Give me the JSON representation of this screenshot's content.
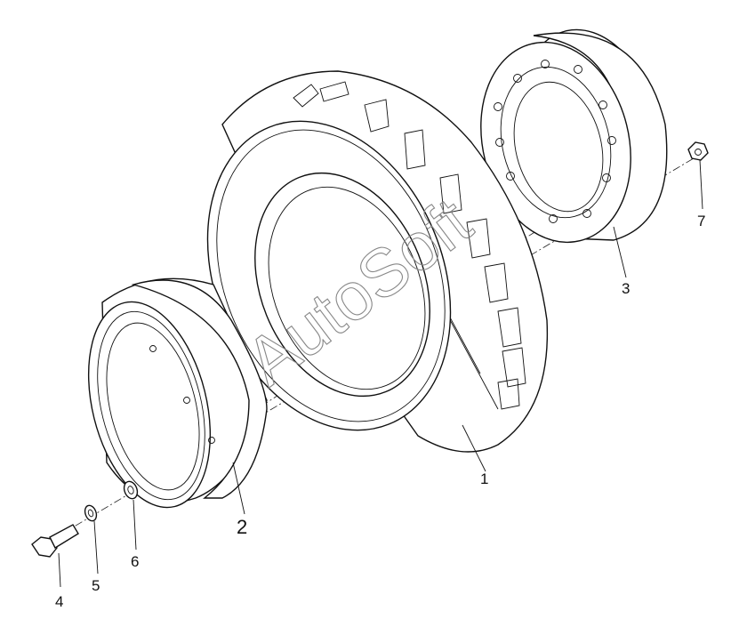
{
  "callouts": {
    "p1": "1",
    "p2": "2",
    "p3": "3",
    "p4": "4",
    "p5": "5",
    "p6": "6",
    "p7": "7"
  },
  "watermark": "AutoSoft",
  "colors": {
    "line": "#111111",
    "background": "#ffffff",
    "watermark": "#888888"
  }
}
